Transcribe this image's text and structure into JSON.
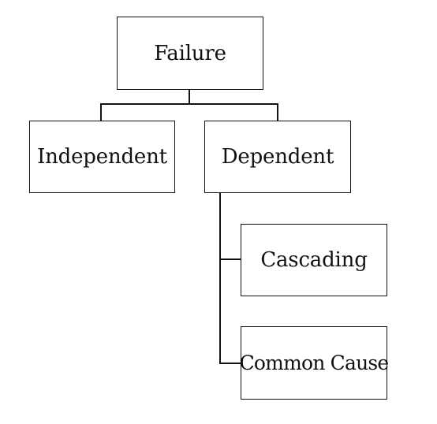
{
  "diagram": {
    "root": {
      "label": "Failure"
    },
    "children": [
      {
        "label": "Independent"
      },
      {
        "label": "Dependent"
      }
    ],
    "dependent_children": [
      {
        "label": "Cascading"
      },
      {
        "label": "Common Cause"
      }
    ]
  }
}
